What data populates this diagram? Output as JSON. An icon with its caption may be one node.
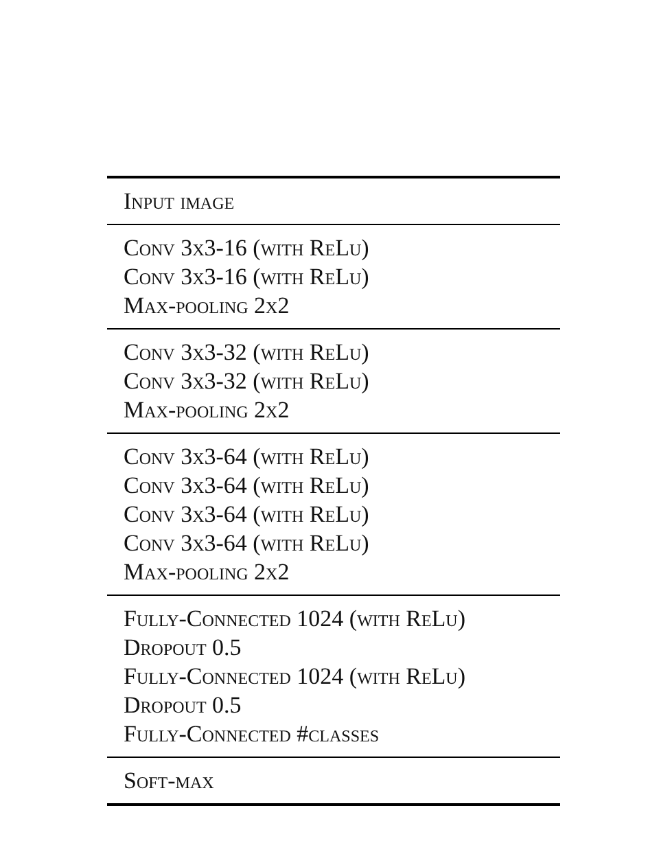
{
  "diagram": {
    "labels": [
      "Input image",
      "Conv 3x3-16 (with ReLu)",
      "Conv 3x3-16 (with ReLu)",
      "Max-pooling 2x2",
      "Conv 3x3-32 (with ReLu)",
      "Conv 3x3-32 (with ReLu)",
      "Max-pooling 2x2",
      "Conv 3x3-64 (with ReLu)",
      "Conv 3x3-64 (with ReLu)",
      "Conv 3x3-64 (with ReLu)",
      "Conv 3x3-64 (with ReLu)",
      "Max-pooling 2x2",
      "Fully-Connected 1024 (with ReLu)",
      "Dropout 0.5",
      "Fully-Connected 1024 (with ReLu)",
      "Dropout 0.5",
      "Fully-Connected #classes",
      "Soft-max"
    ]
  }
}
